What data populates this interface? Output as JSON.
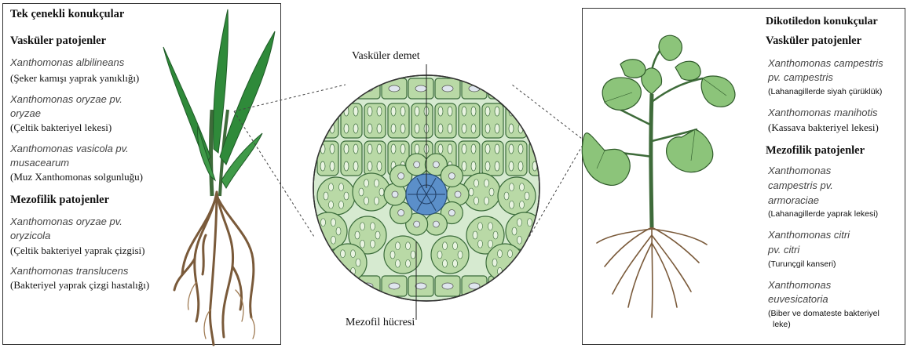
{
  "left": {
    "title": "Tek çenekli konukçular",
    "vascular_header": "Vasküler patojenler",
    "mesophyll_header": "Mezofilik patojenler",
    "items": [
      {
        "sp1": "Xanthomonas albilineans",
        "sp2": "",
        "desc": "(Şeker kamışı yaprak yanıklığı)"
      },
      {
        "sp1": "Xanthomonas oryzae pv.",
        "sp2": "oryzae",
        "desc": "(Çeltik bakteriyel lekesi)"
      },
      {
        "sp1": "Xanthomonas vasicola pv.",
        "sp2": "musacearum",
        "desc": "(Muz Xanthomonas solgunluğu)"
      },
      {
        "sp1": "Xanthomonas oryzae pv.",
        "sp2": "oryzicola",
        "desc": "(Çeltik bakteriyel yaprak çizgisi)"
      },
      {
        "sp1": "Xanthomonas translucens",
        "sp2": "",
        "desc": "(Bakteriyel yaprak çizgi hastalığı)"
      }
    ]
  },
  "center": {
    "top_label": "Vasküler demet",
    "bottom_label": "Mezofil hücresi"
  },
  "right": {
    "title": "Dikotiledon konukçular",
    "vascular_header": "Vasküler patojenler",
    "mesophyll_header": "Mezofilik patojenler",
    "items": [
      {
        "sp1": "Xanthomonas campestris",
        "sp2": "pv. campestris",
        "desc": "(Lahanagillerde siyah çürüklük)"
      },
      {
        "sp1": "Xanthomonas manihotis",
        "sp2": "",
        "desc": "(Kassava bakteriyel lekesi)"
      },
      {
        "sp1": "Xanthomonas",
        "sp2": "campestris pv.",
        "sp3": "armoraciae",
        "desc": "(Lahanagillerde yaprak lekesi)"
      },
      {
        "sp1": "Xanthomonas citri",
        "sp2": "pv. citri",
        "desc": "(Turunçgil kanseri)"
      },
      {
        "sp1": "Xanthomonas",
        "sp2": "euvesicatoria",
        "desc": "(Biber ve domateste bakteriyel",
        "desc2": "leke)"
      }
    ]
  },
  "colors": {
    "cell_fill": "#b9d9a6",
    "cell_stroke": "#3a6b3a",
    "vascular": "#5b8fc9",
    "leaf": "#2f8a3a",
    "root": "#7a5a3a"
  }
}
